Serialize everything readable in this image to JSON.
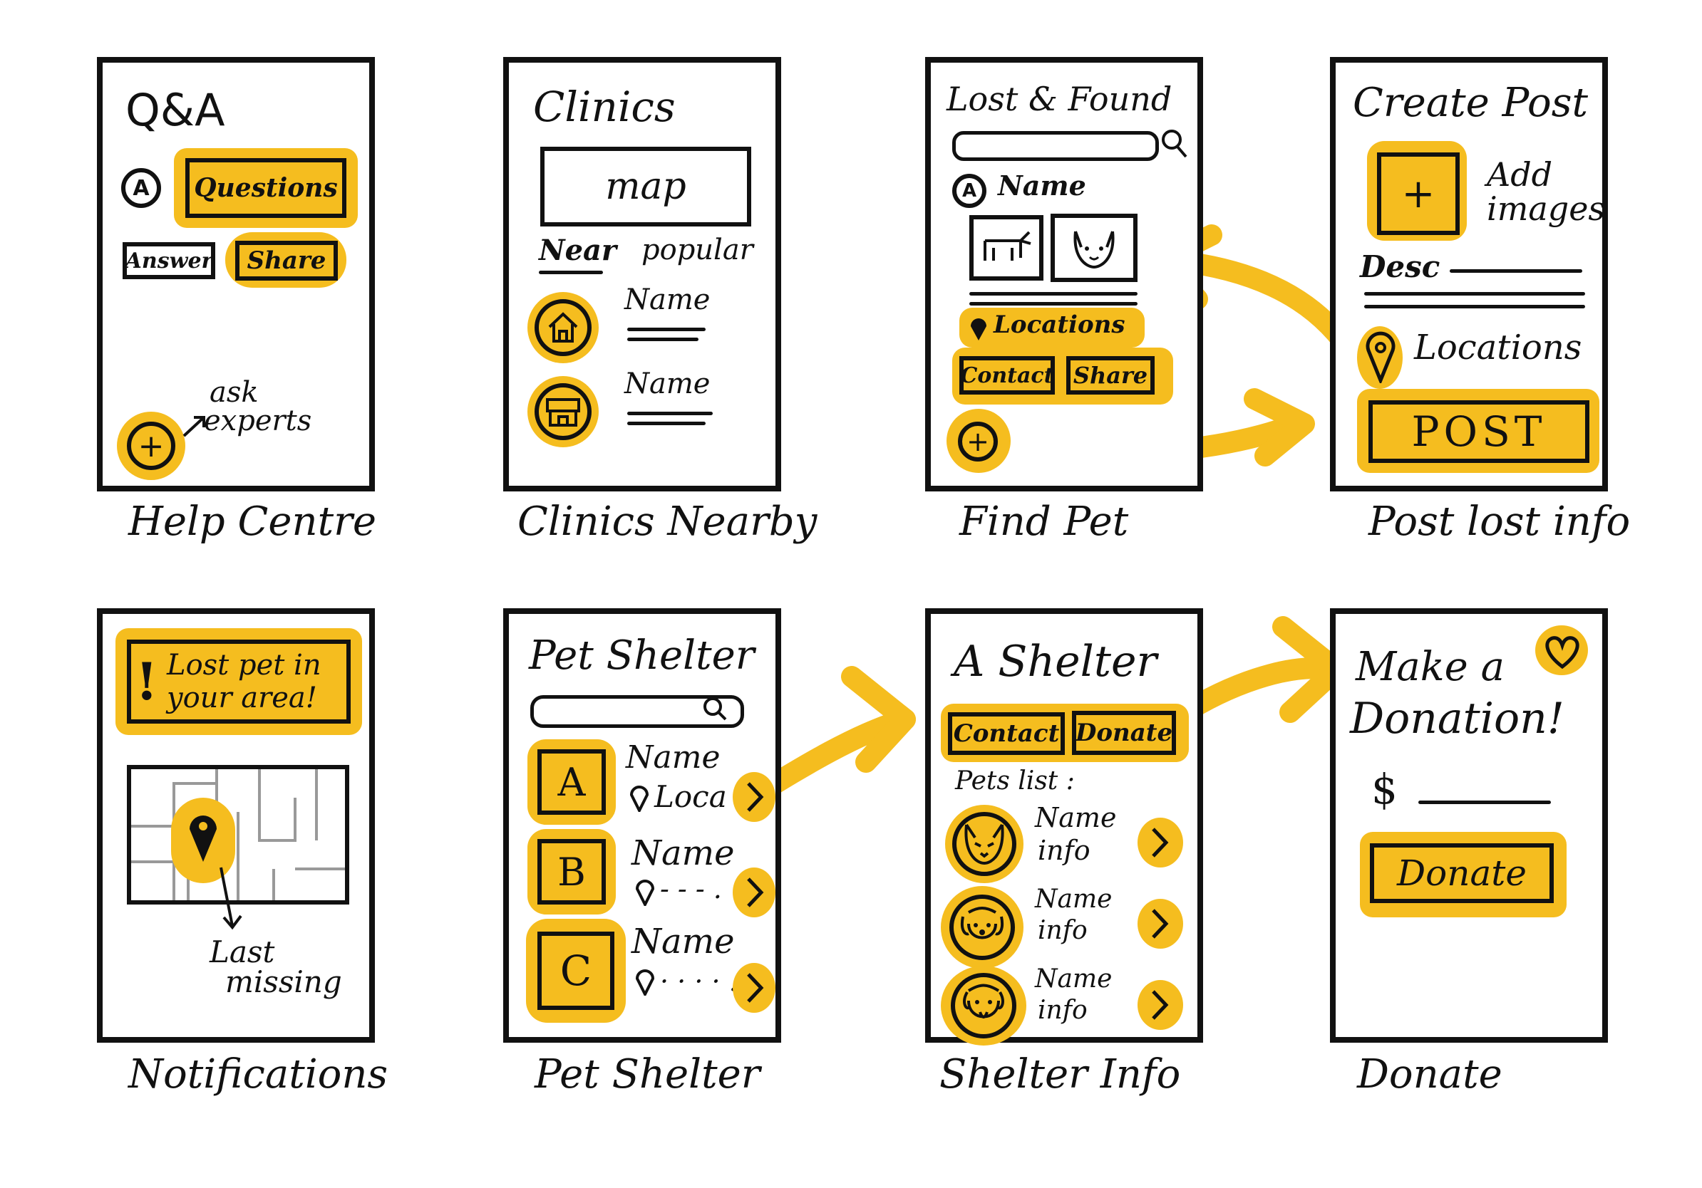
{
  "colors": {
    "accent": "#F5BD1F",
    "ink": "#111111",
    "map_lines": "#999999"
  },
  "screens": {
    "help": {
      "caption": "Help Centre",
      "title": "Q&A",
      "avatar": "A",
      "question": "Questions",
      "answer": "Answer",
      "share": "Share",
      "ask": "ask",
      "experts": "experts",
      "add_icon": "plus-icon"
    },
    "clinics": {
      "caption": "Clinics Nearby",
      "title": "Clinics",
      "map": "map",
      "tabs": [
        "Near",
        "popular"
      ],
      "items": [
        {
          "name": "Name",
          "icon": "house-icon"
        },
        {
          "name": "Name",
          "icon": "clinic-icon"
        }
      ]
    },
    "find": {
      "caption": "Find Pet",
      "title": "Lost & Found",
      "avatar": "A",
      "name": "Name",
      "locations": "Locations",
      "contact": "Contact",
      "share": "Share",
      "search_icon": "search-icon"
    },
    "post": {
      "caption": "Post lost info",
      "title": "Create Post",
      "add": "Add",
      "images": "images",
      "desc": "Desc",
      "locations": "Locations",
      "post": "POST"
    },
    "notif": {
      "caption": "Notifications",
      "alert_line1": "Lost pet in",
      "alert_line2": "your area!",
      "last": "Last",
      "missing": "missing"
    },
    "shelter": {
      "caption": "Pet Shelter",
      "title": "Pet Shelter",
      "items": [
        {
          "letter": "A",
          "name": "Name",
          "loc": "Loca"
        },
        {
          "letter": "B",
          "name": "Name",
          "loc": "- - - ."
        },
        {
          "letter": "C",
          "name": "Name",
          "loc": "· · · · ."
        }
      ]
    },
    "shelterinfo": {
      "caption": "Shelter Info",
      "title": "A Shelter",
      "contact": "Contact",
      "donate": "Donate",
      "pets_list": "Pets list :",
      "pets": [
        {
          "name": "Name",
          "info": "info",
          "icon": "cat-icon"
        },
        {
          "name": "Name",
          "info": "info",
          "icon": "dog-icon"
        },
        {
          "name": "Name",
          "info": "info",
          "icon": "puppy-icon"
        }
      ]
    },
    "donate": {
      "caption": "Donate",
      "title_line1": "Make a",
      "title_line2": "Donation!",
      "currency": "$",
      "button": "Donate",
      "heart_icon": "heart-icon"
    }
  }
}
